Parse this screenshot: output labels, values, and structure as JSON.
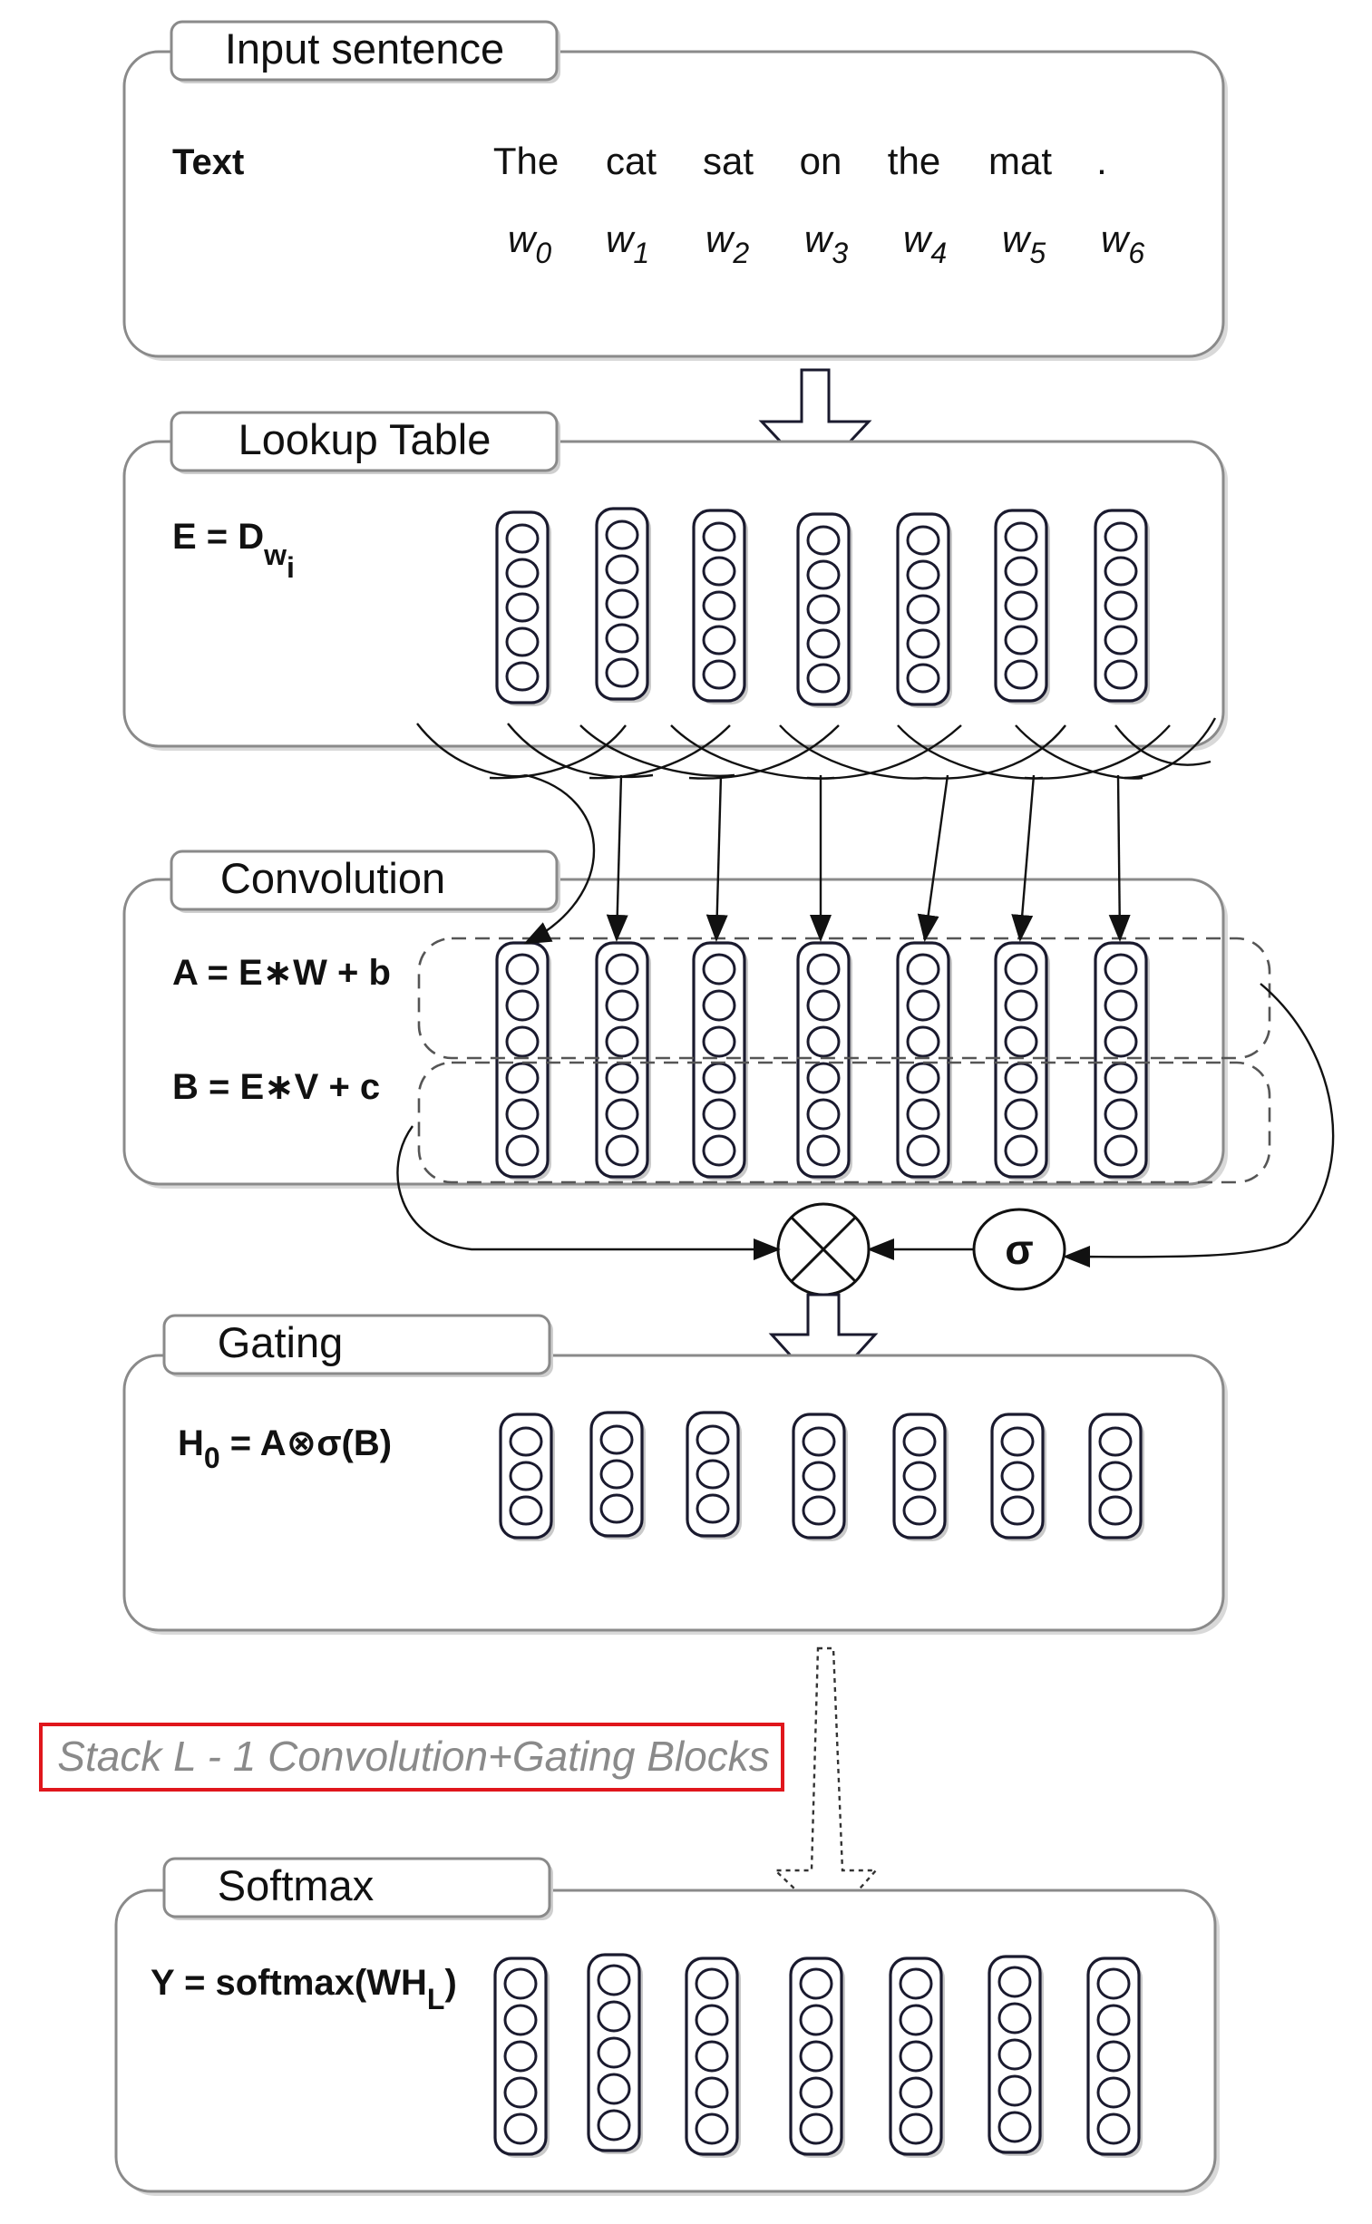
{
  "input": {
    "title": "Input sentence",
    "row_label": "Text",
    "words": [
      "The",
      "cat",
      "sat",
      "on",
      "the",
      "mat",
      "."
    ],
    "word_symbol": "w",
    "word_indices": [
      "0",
      "1",
      "2",
      "3",
      "4",
      "5",
      "6"
    ]
  },
  "lookup": {
    "title": "Lookup Table",
    "formula_main": "E = D",
    "formula_sub1": "w",
    "formula_sub2": "i"
  },
  "convolution": {
    "title": "Convolution",
    "formula_a": "A = E∗W + b",
    "formula_b": "B = E∗V + c"
  },
  "gate_ops": {
    "multiply_symbol": "⊗",
    "sigmoid_symbol": "σ"
  },
  "gating": {
    "title": "Gating",
    "formula_h": "H",
    "formula_h_sub": "0",
    "formula_rest": " = A⊗σ(B)"
  },
  "stack_note": "Stack L - 1 Convolution+Gating Blocks",
  "softmax": {
    "title": "Softmax",
    "formula_main": "Y = softmax(WH",
    "formula_sub": "L",
    "formula_close": ")"
  },
  "colors": {
    "note_border": "#e0161c",
    "note_text": "#8a8a8a",
    "box_stroke": "#8a8a8a",
    "vector_stroke": "#1a1a2e"
  }
}
